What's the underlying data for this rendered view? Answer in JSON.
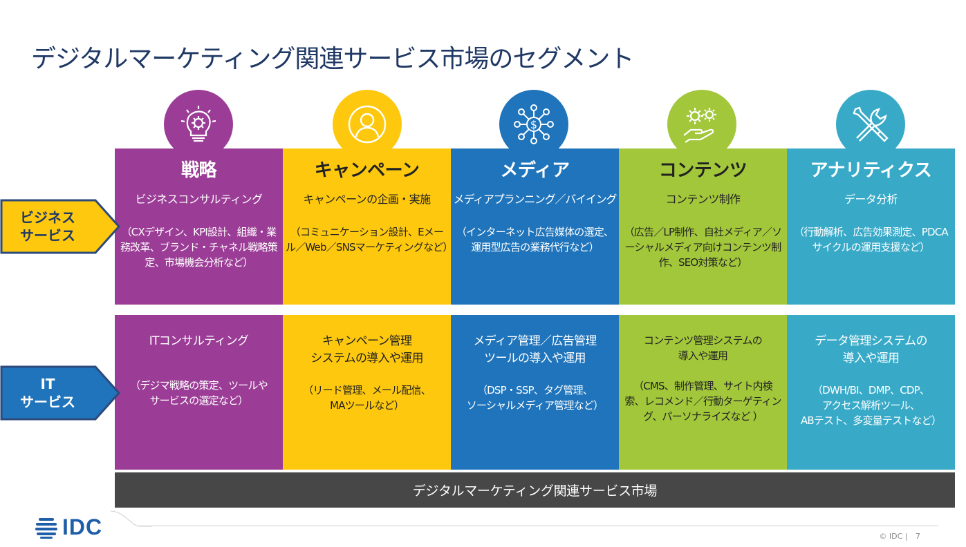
{
  "title": "デジタルマーケティング関連サービス市場のセグメント",
  "row_labels": {
    "business": "ビジネス\nサービス",
    "it": "IT\nサービス"
  },
  "columns": [
    {
      "key": "strategy",
      "icon": "lightbulb-gear-icon",
      "color": "#9b3d96",
      "title": "戦略",
      "business_sub": "ビジネスコンサルティング",
      "business_detail": "（CXデザイン、KPI設計、組織・業務改革、ブランド・チャネル戦略策定、市場機会分析など）",
      "it_main": "ITコンサルティング",
      "it_detail": "（デジマ戦略の策定、ツールや\nサービスの選定など）"
    },
    {
      "key": "campaign",
      "icon": "person-icon",
      "color": "#fec80f",
      "title": "キャンペーン",
      "business_sub": "キャンペーンの企画・実施",
      "business_detail": "（コミュニケーション設計、Eメール／Web／SNSマーケティングなど）",
      "it_main": "キャンペーン管理\nシステムの導入や運用",
      "it_detail": "（リード管理、メール配信、\nMAツールなど）"
    },
    {
      "key": "media",
      "icon": "network-dollar-icon",
      "color": "#1f74bb",
      "title": "メディア",
      "business_sub": "メディアプランニング／バイイング",
      "business_detail": "（インターネット広告媒体の選定、運用型広告の業務代行など）",
      "it_main": "メディア管理／広告管理\nツールの導入や運用",
      "it_detail": "（DSP・SSP、タグ管理、\nソーシャルメディア管理など）"
    },
    {
      "key": "content",
      "icon": "gears-hand-icon",
      "color": "#a2c73b",
      "title": "コンテンツ",
      "business_sub": "コンテンツ制作",
      "business_detail": "（広告／LP制作、自社メディア／ソーシャルメディア向けコンテンツ制作、SEO対策など）",
      "it_main": "コンテンツ管理システムの\n導入や運用",
      "it_detail": "（CMS、制作管理、サイト内検\n索、レコメンド／行動ターゲティン\nグ、パーソナライズなど ）"
    },
    {
      "key": "analytics",
      "icon": "wrench-screwdriver-icon",
      "color": "#38aac8",
      "title": "アナリティクス",
      "business_sub": "データ分析",
      "business_detail": "（行動解析、広告効果測定、PDCAサイクルの運用支援など）",
      "it_main": "データ管理システムの\n導入や運用",
      "it_detail": "（DWH/BI、DMP、CDP、\nアクセス解析ツール、\nABテスト、多変量テストなど）"
    }
  ],
  "market_bar": "デジタルマーケティング関連サービス市場",
  "footer": {
    "logo_text": "IDC",
    "copyright": "© IDC |",
    "page_number": "7"
  },
  "colors": {
    "title": "#1f3864",
    "business_label": "#fec80f",
    "it_label": "#1f74bb",
    "label_border": "#2c4a7c",
    "market_bar": "#474747"
  }
}
